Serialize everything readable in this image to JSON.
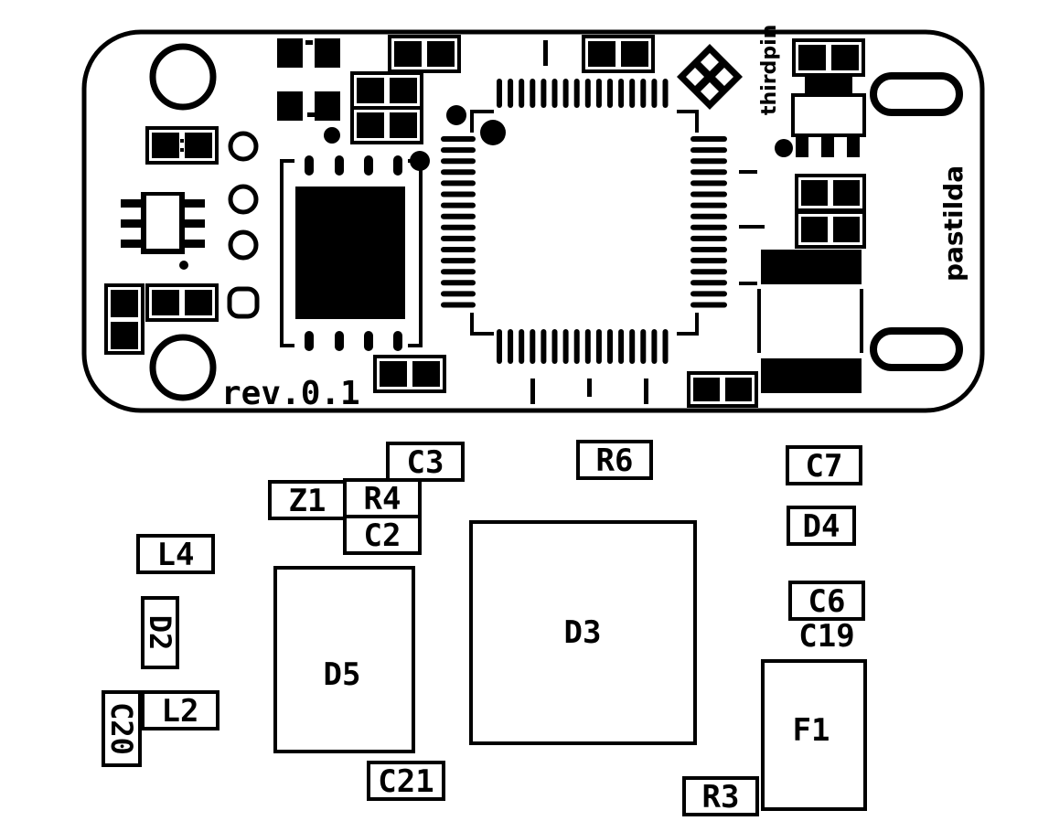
{
  "board": {
    "revision_label": "rev.0.1",
    "product_label": "pastilda",
    "maker_label": "thirdpin"
  },
  "assembly": {
    "labels": {
      "c3": "C3",
      "r6": "R6",
      "c7": "C7",
      "z1": "Z1",
      "r4": "R4",
      "c2": "C2",
      "d4": "D4",
      "l4": "L4",
      "c6": "C6",
      "c19": "C19",
      "d2": "D2",
      "d3": "D3",
      "d5": "D5",
      "l2": "L2",
      "c20": "C20",
      "f1": "F1",
      "c21": "C21",
      "r3": "R3"
    }
  }
}
